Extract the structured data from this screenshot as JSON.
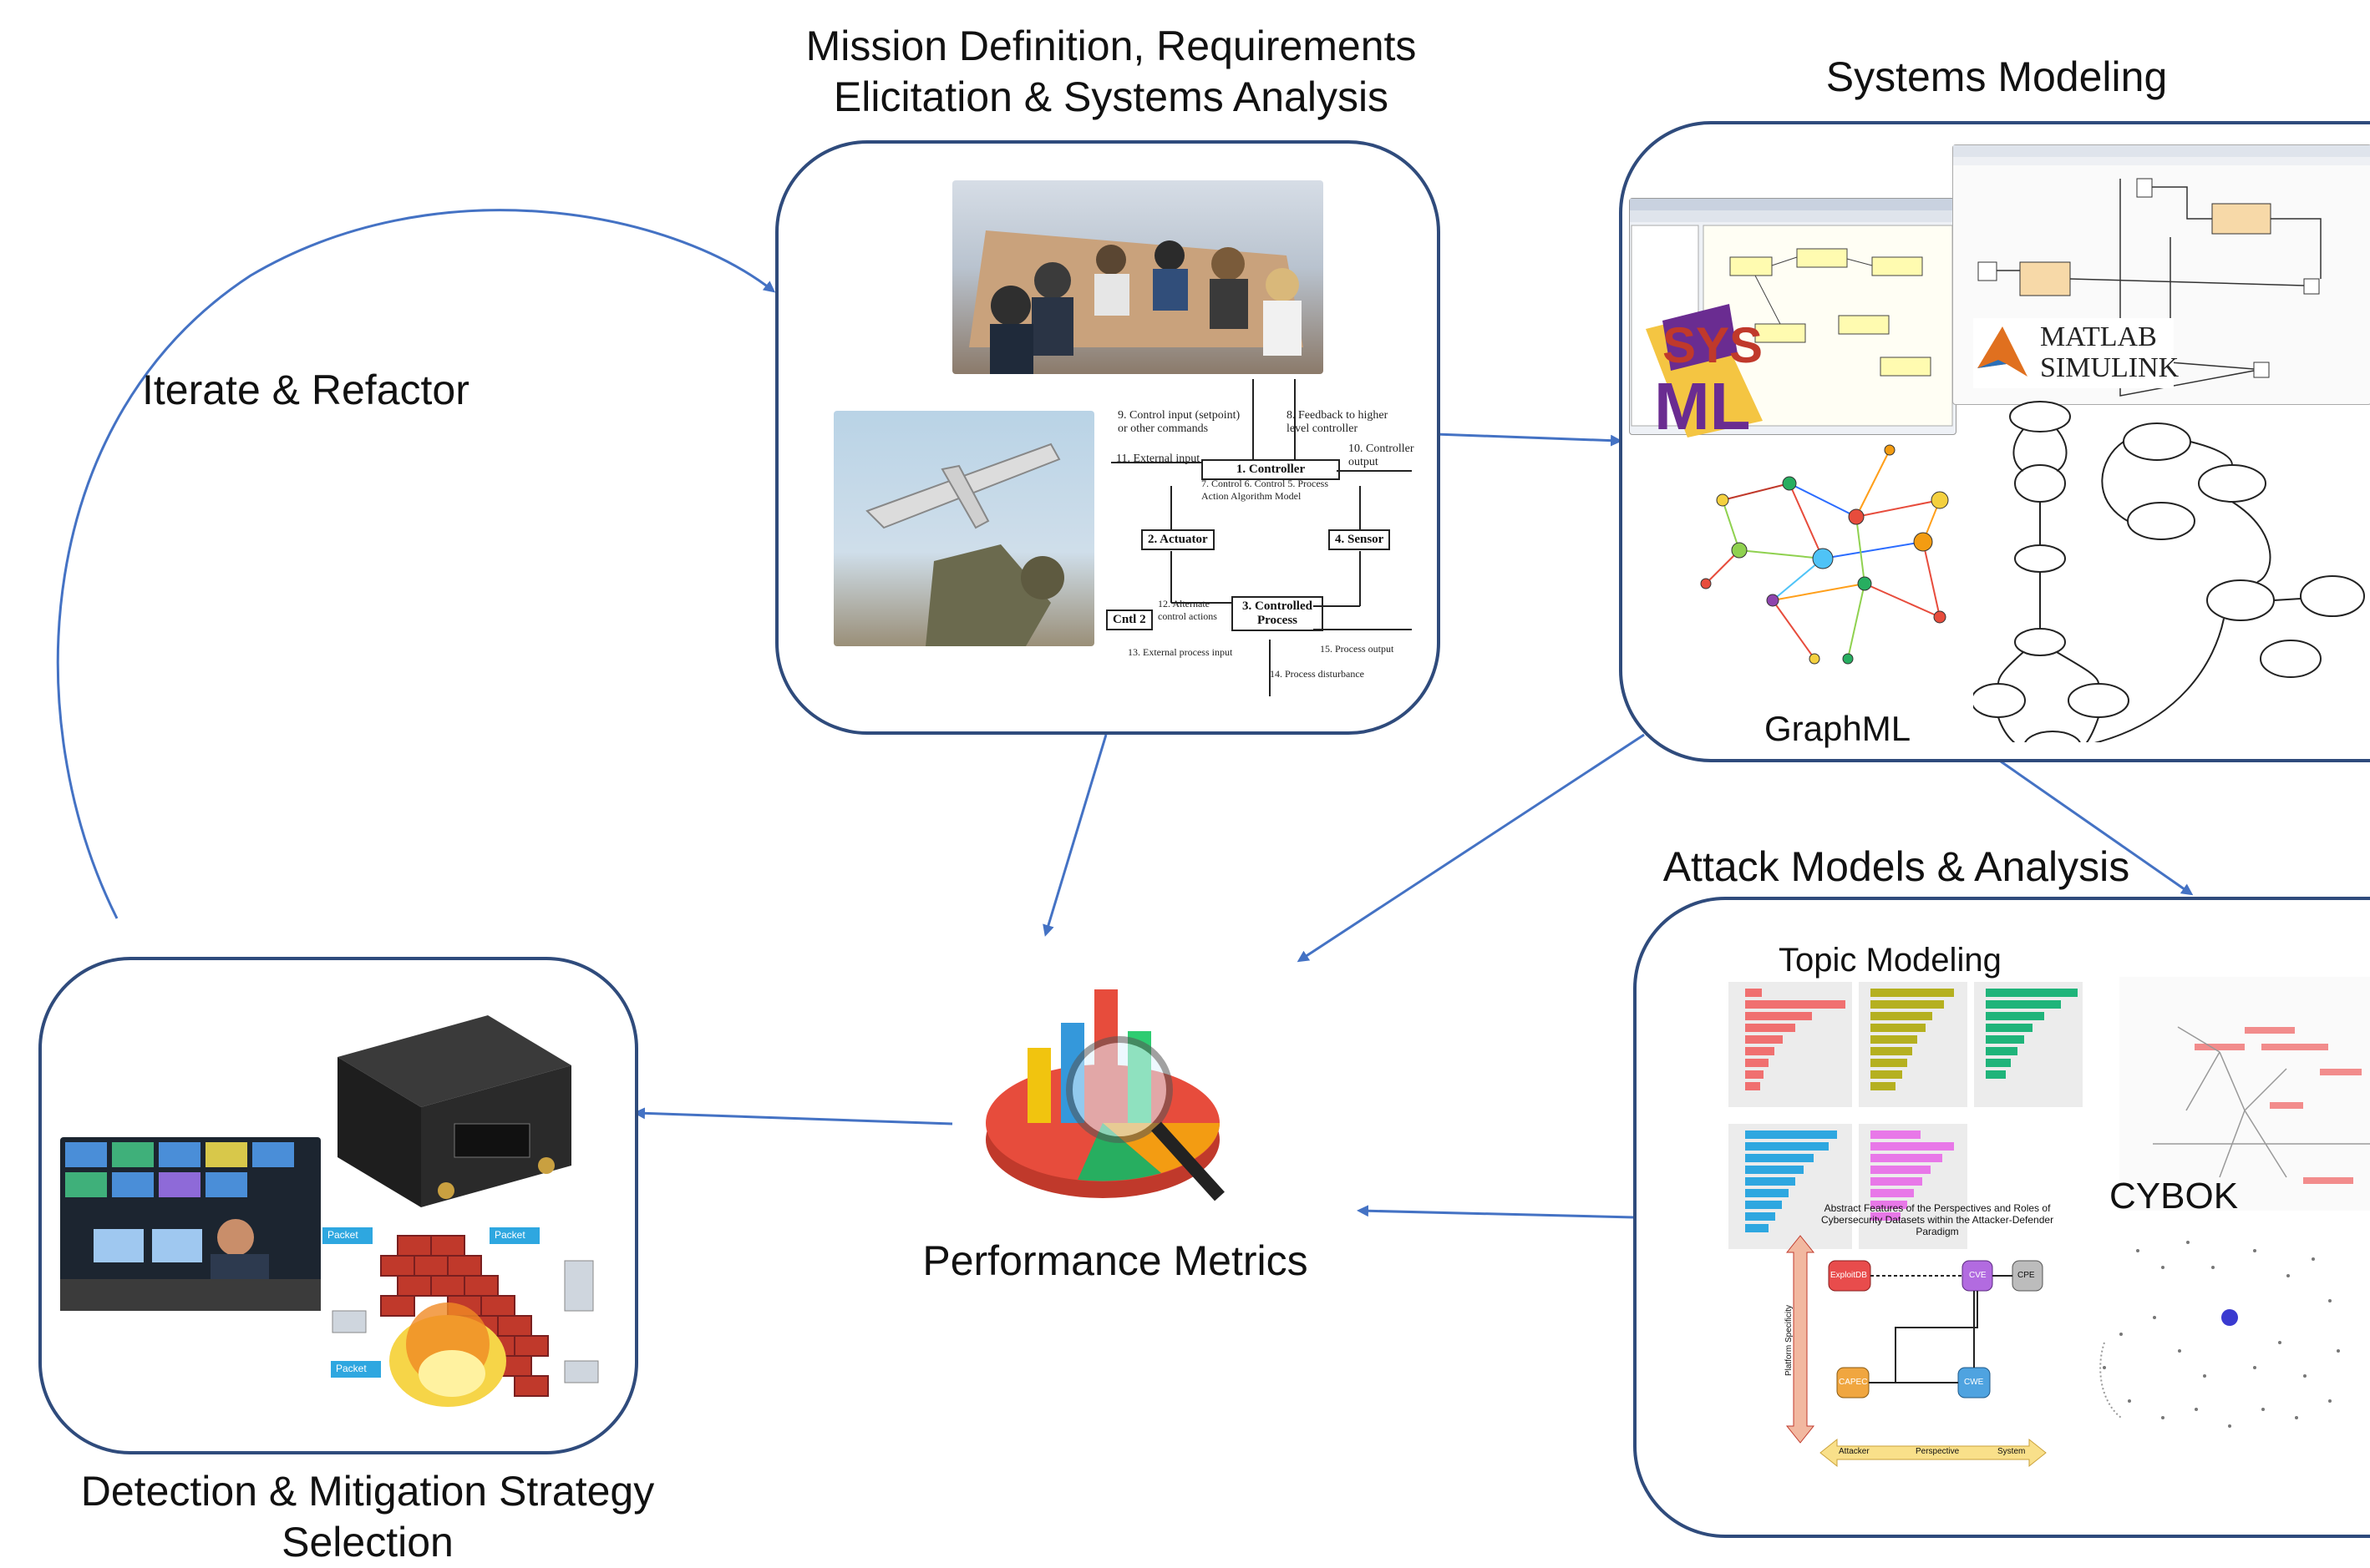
{
  "titles": {
    "mission": "Mission Definition, Requirements\nElicitation & Systems Analysis",
    "systems": "Systems Modeling",
    "attack": "Attack Models & Analysis",
    "detection": "Detection & Mitigation Strategy\nSelection",
    "metrics": "Performance Metrics",
    "iterate": "Iterate & Refactor"
  },
  "systems_panel": {
    "graphml_label": "GraphML",
    "matlab_label": "MATLAB\nSIMULINK",
    "sysml_label": "SYS ML"
  },
  "attack_panel": {
    "topic_label": "Topic Modeling",
    "cybok_label": "CYBOK",
    "abstract_title": "Abstract Features of the Perspectives and Roles of Cybersecurity Datasets within the Attacker-Defender Paradigm",
    "nodes": [
      "ExploitDB",
      "CVE",
      "CPE",
      "CAPEC",
      "CWE"
    ],
    "axis_left": "Platform Specificity",
    "axis_bottom": "Perspective",
    "axis_left_end": "Attacker",
    "axis_right_end": "System"
  },
  "control_diagram": {
    "controller": "1. Controller",
    "actuator": "2. Actuator",
    "sensor": "4. Sensor",
    "process": "3. Controlled\nProcess",
    "ctrl2": "Cntl 2"
  },
  "detection_panel": {
    "packet_label": "Packet"
  },
  "colors": {
    "panel_border": "#2f4b7c",
    "arrow": "#4472c4"
  }
}
